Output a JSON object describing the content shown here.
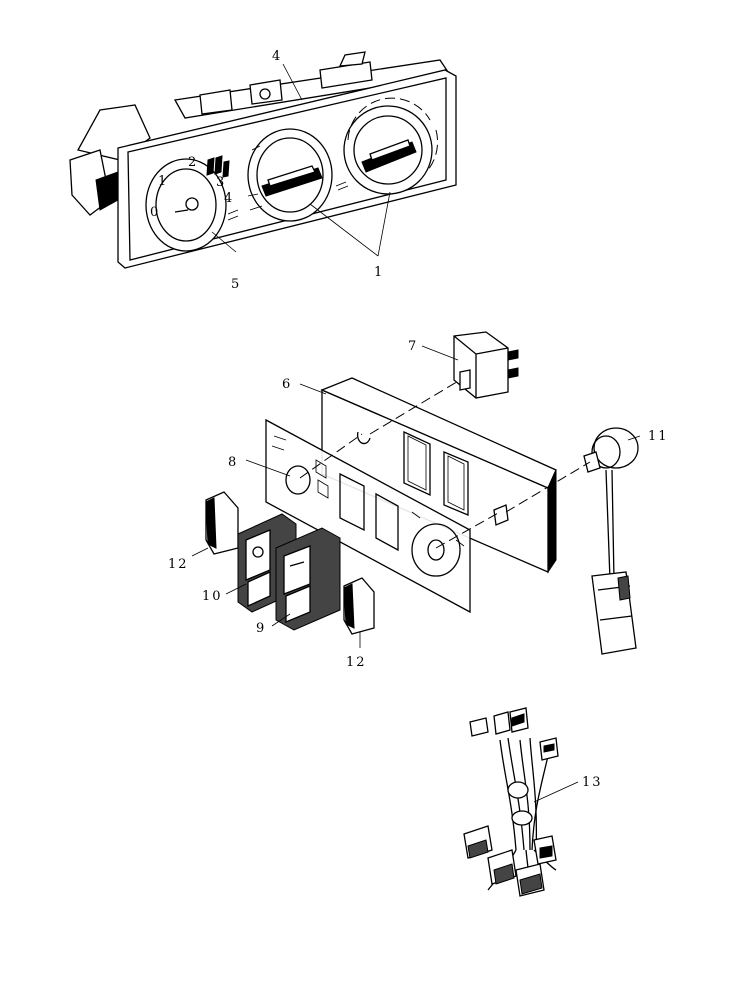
{
  "callouts": {
    "c1": "1",
    "c4": "4",
    "c5": "5",
    "c6": "6",
    "c7": "7",
    "c8": "8",
    "c9": "9",
    "c10": "10",
    "c11": "11",
    "c12a": "12",
    "c12b": "12",
    "c13": "13"
  },
  "dial_marks": [
    "0",
    "1",
    "2",
    "3",
    "4"
  ]
}
